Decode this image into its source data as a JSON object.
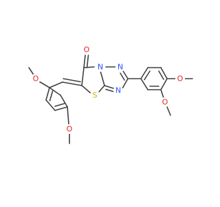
{
  "atoms": {
    "carbonyl_o": "O",
    "n_bridge": "N",
    "n_triazole_top": "N",
    "n_triazole_bottom": "N",
    "s_thiazole": "S",
    "o_methoxy_left_top": "O",
    "o_methoxy_left_bottom": "O",
    "o_methoxy_right_top": "O",
    "o_methoxy_right_bottom": "O"
  },
  "colors": {
    "bond": "#404040",
    "oxygen": "#e8231c",
    "nitrogen": "#3050f8",
    "sulfur": "#c8b400"
  }
}
